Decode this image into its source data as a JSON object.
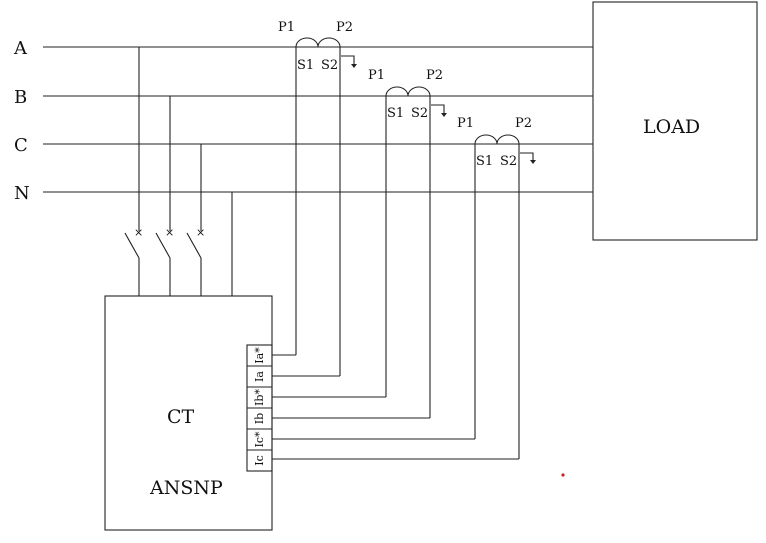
{
  "lines": [
    {
      "key": "A",
      "label": "A"
    },
    {
      "key": "B",
      "label": "B"
    },
    {
      "key": "C",
      "label": "C"
    },
    {
      "key": "N",
      "label": "N"
    }
  ],
  "transformers": [
    {
      "phase": "A",
      "p1": "P1",
      "p2": "P2",
      "s1": "S1",
      "s2": "S2"
    },
    {
      "phase": "B",
      "p1": "P1",
      "p2": "P2",
      "s1": "S1",
      "s2": "S2"
    },
    {
      "phase": "C",
      "p1": "P1",
      "p2": "P2",
      "s1": "S1",
      "s2": "S2"
    }
  ],
  "load": {
    "label": "LOAD"
  },
  "meter": {
    "line1": "CT",
    "line2": "ANSNP"
  },
  "terminals": [
    "Ia*",
    "Ia",
    "Ib*",
    "Ib",
    "Ic*",
    "Ic"
  ],
  "switch_mark": "×",
  "colors": {
    "line": "#222222",
    "dot": "#cc2222"
  }
}
